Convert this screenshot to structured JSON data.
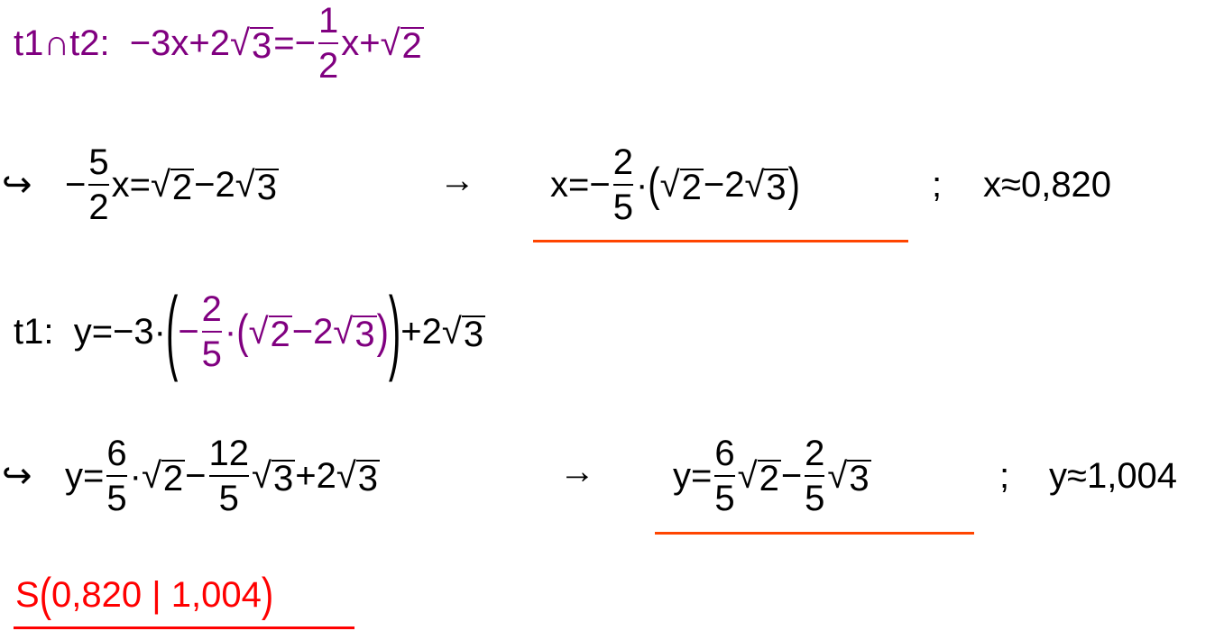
{
  "colors": {
    "purple": "#800080",
    "underline": "#ff4500",
    "result": "#ff0000"
  },
  "line1": [
    {
      "t": "text",
      "v": "t1∩t2:  −3x+2"
    },
    {
      "t": "sqrt",
      "v": "3"
    },
    {
      "t": "text",
      "v": "=−"
    },
    {
      "t": "frac",
      "n": "1",
      "d": "2"
    },
    {
      "t": "text",
      "v": "x+"
    },
    {
      "t": "sqrt",
      "v": "2"
    }
  ],
  "line2": {
    "arrow_hook": [
      {
        "t": "text",
        "v": "↪"
      }
    ],
    "eq": [
      {
        "t": "text",
        "v": "−"
      },
      {
        "t": "frac",
        "n": "5",
        "d": "2"
      },
      {
        "t": "text",
        "v": "x="
      },
      {
        "t": "sqrt",
        "v": "2"
      },
      {
        "t": "text",
        "v": "−2"
      },
      {
        "t": "sqrt",
        "v": "3"
      }
    ],
    "arrow": [
      {
        "t": "text",
        "v": "→"
      }
    ],
    "result": [
      {
        "t": "text",
        "v": "x=−"
      },
      {
        "t": "frac",
        "n": "2",
        "d": "5"
      },
      {
        "t": "text",
        "v": "·"
      },
      {
        "t": "paren",
        "size": "mid",
        "items": [
          {
            "t": "sqrt",
            "v": "2"
          },
          {
            "t": "text",
            "v": "−2"
          },
          {
            "t": "sqrt",
            "v": "3"
          }
        ]
      }
    ],
    "sep": [
      {
        "t": "text",
        "v": ";"
      }
    ],
    "approx": [
      {
        "t": "text",
        "v": "x≈0,820"
      }
    ]
  },
  "line3": {
    "eq": [
      {
        "t": "text",
        "v": "t1:  y=−3·"
      },
      {
        "t": "paren",
        "size": "big",
        "items": [
          {
            "t": "group",
            "cls": "purple",
            "items": [
              {
                "t": "text",
                "v": "−"
              },
              {
                "t": "frac",
                "n": "2",
                "d": "5"
              },
              {
                "t": "text",
                "v": "·"
              },
              {
                "t": "paren",
                "size": "mid",
                "items": [
                  {
                    "t": "sqrt",
                    "v": "2"
                  },
                  {
                    "t": "text",
                    "v": "−2"
                  },
                  {
                    "t": "sqrt",
                    "v": "3"
                  }
                ]
              }
            ]
          }
        ]
      },
      {
        "t": "text",
        "v": "+2"
      },
      {
        "t": "sqrt",
        "v": "3"
      }
    ]
  },
  "line4": {
    "arrow_hook": [
      {
        "t": "text",
        "v": "↪"
      }
    ],
    "eq": [
      {
        "t": "text",
        "v": "y="
      },
      {
        "t": "frac",
        "n": "6",
        "d": "5"
      },
      {
        "t": "text",
        "v": "·"
      },
      {
        "t": "sqrt",
        "v": "2"
      },
      {
        "t": "text",
        "v": "−"
      },
      {
        "t": "frac",
        "n": "12",
        "d": "5"
      },
      {
        "t": "sqrt",
        "v": "3"
      },
      {
        "t": "text",
        "v": "+2"
      },
      {
        "t": "sqrt",
        "v": "3"
      }
    ],
    "arrow": [
      {
        "t": "text",
        "v": "→"
      }
    ],
    "result": [
      {
        "t": "text",
        "v": "y="
      },
      {
        "t": "frac",
        "n": "6",
        "d": "5"
      },
      {
        "t": "sqrt",
        "v": "2"
      },
      {
        "t": "text",
        "v": "−"
      },
      {
        "t": "frac",
        "n": "2",
        "d": "5"
      },
      {
        "t": "sqrt",
        "v": "3"
      }
    ],
    "sep": [
      {
        "t": "text",
        "v": ";"
      }
    ],
    "approx": [
      {
        "t": "text",
        "v": "y≈1,004"
      }
    ]
  },
  "line5": [
    {
      "t": "text",
      "v": "S"
    },
    {
      "t": "paren",
      "size": "mid",
      "items": [
        {
          "t": "text",
          "v": "0,820 | 1,004"
        }
      ]
    }
  ]
}
